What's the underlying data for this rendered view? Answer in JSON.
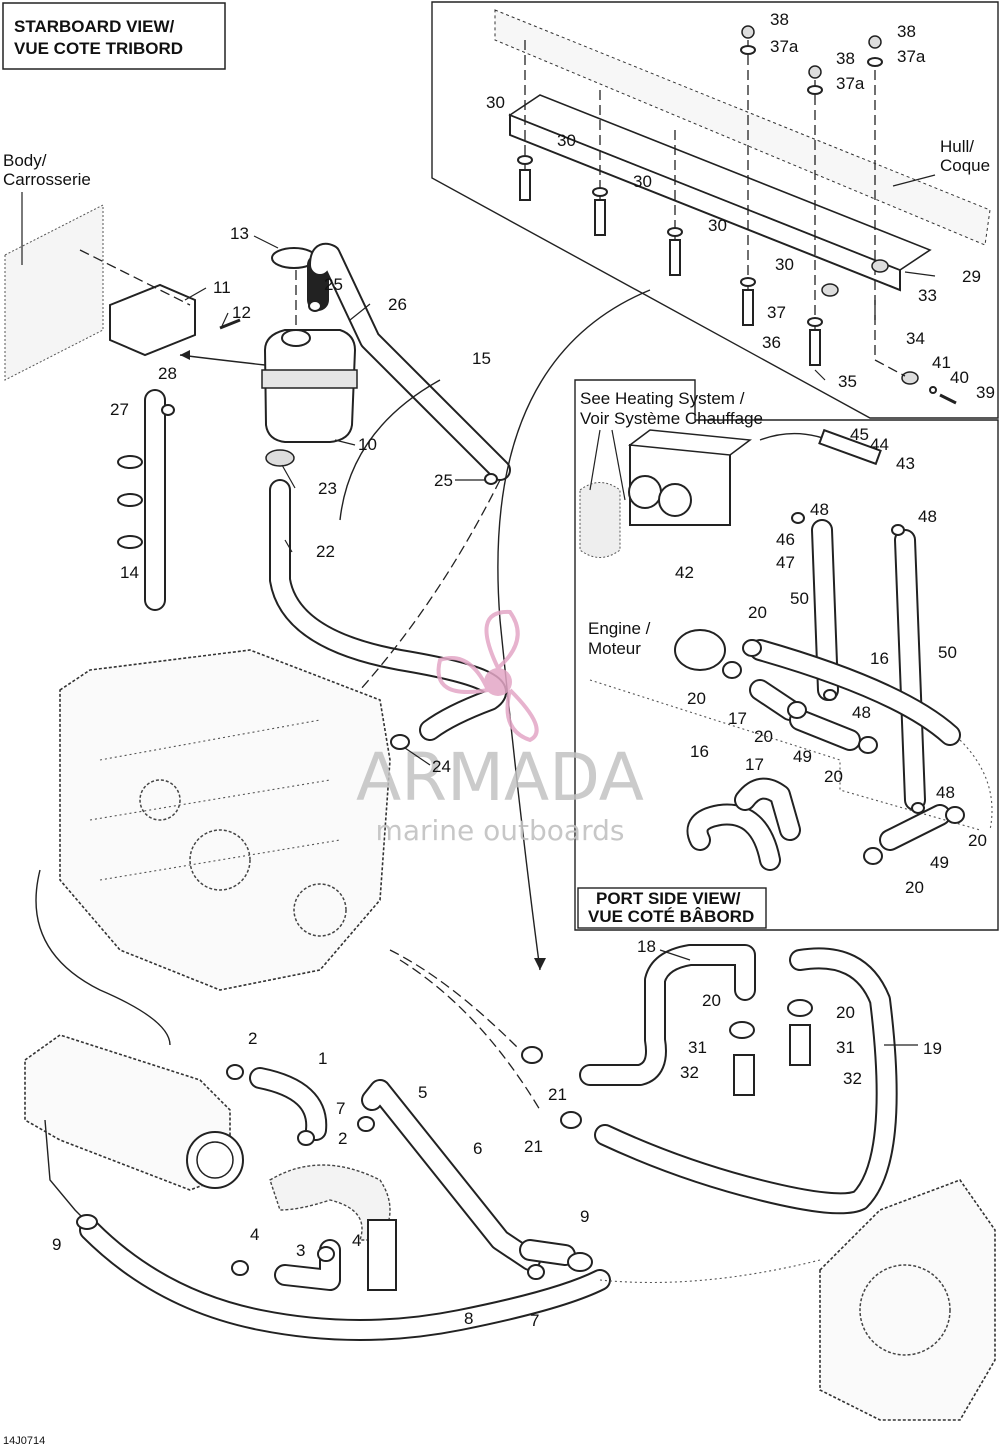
{
  "header": {
    "starboard_line1": "STARBOARD VIEW/",
    "starboard_line2": "VUE COTE TRIBORD",
    "port_line1": "PORT SIDE VIEW/",
    "port_line2": "VUE COTÉ BÂBORD"
  },
  "notes": {
    "body_line1": "Body/",
    "body_line2": "Carrosserie",
    "hull_line1": "Hull/",
    "hull_line2": "Coque",
    "heating_line1": "See Heating System /",
    "heating_line2": "Voir Système Chauffage",
    "engine_line1": "Engine /",
    "engine_line2": "Moteur"
  },
  "watermark": {
    "brand": "ARMADA",
    "tagline": "marine outboards",
    "color": "#e3a6c6"
  },
  "figure_code": "14J0714",
  "callouts": {
    "c2a": "2",
    "c2b": "2",
    "c3": "3",
    "c4a": "4",
    "c4b": "4",
    "c1": "1",
    "c5": "5",
    "c6": "6",
    "c7a": "7",
    "c7b": "7",
    "c8": "8",
    "c9a": "9",
    "c9b": "9",
    "c10": "10",
    "c11": "11",
    "c12": "12",
    "c13": "13",
    "c14": "14",
    "c15": "15",
    "c16a": "16",
    "c16b": "16",
    "c17a": "17",
    "c17b": "17",
    "c18": "18",
    "c19": "19",
    "c20a": "20",
    "c20b": "20",
    "c20c": "20",
    "c20d": "20",
    "c20e": "20",
    "c20f": "20",
    "c20g": "20",
    "c20h": "20",
    "c21a": "21",
    "c21b": "21",
    "c22": "22",
    "c23": "23",
    "c24": "24",
    "c25a": "25",
    "c25b": "25",
    "c26": "26",
    "c27": "27",
    "c28": "28",
    "c29": "29",
    "c30a": "30",
    "c30b": "30",
    "c30c": "30",
    "c30d": "30",
    "c30e": "30",
    "c31a": "31",
    "c31b": "31",
    "c32a": "32",
    "c32b": "32",
    "c33": "33",
    "c34": "34",
    "c35": "35",
    "c36": "36",
    "c37": "37",
    "c37aa": "37a",
    "c37ab": "37a",
    "c37ac": "37a",
    "c38a": "38",
    "c38b": "38",
    "c38c": "38",
    "c39": "39",
    "c40": "40",
    "c41": "41",
    "c42": "42",
    "c43": "43",
    "c44": "44",
    "c45": "45",
    "c46": "46",
    "c47": "47",
    "c48a": "48",
    "c48b": "48",
    "c48c": "48",
    "c48d": "48",
    "c49a": "49",
    "c49b": "49",
    "c50a": "50",
    "c50b": "50"
  }
}
